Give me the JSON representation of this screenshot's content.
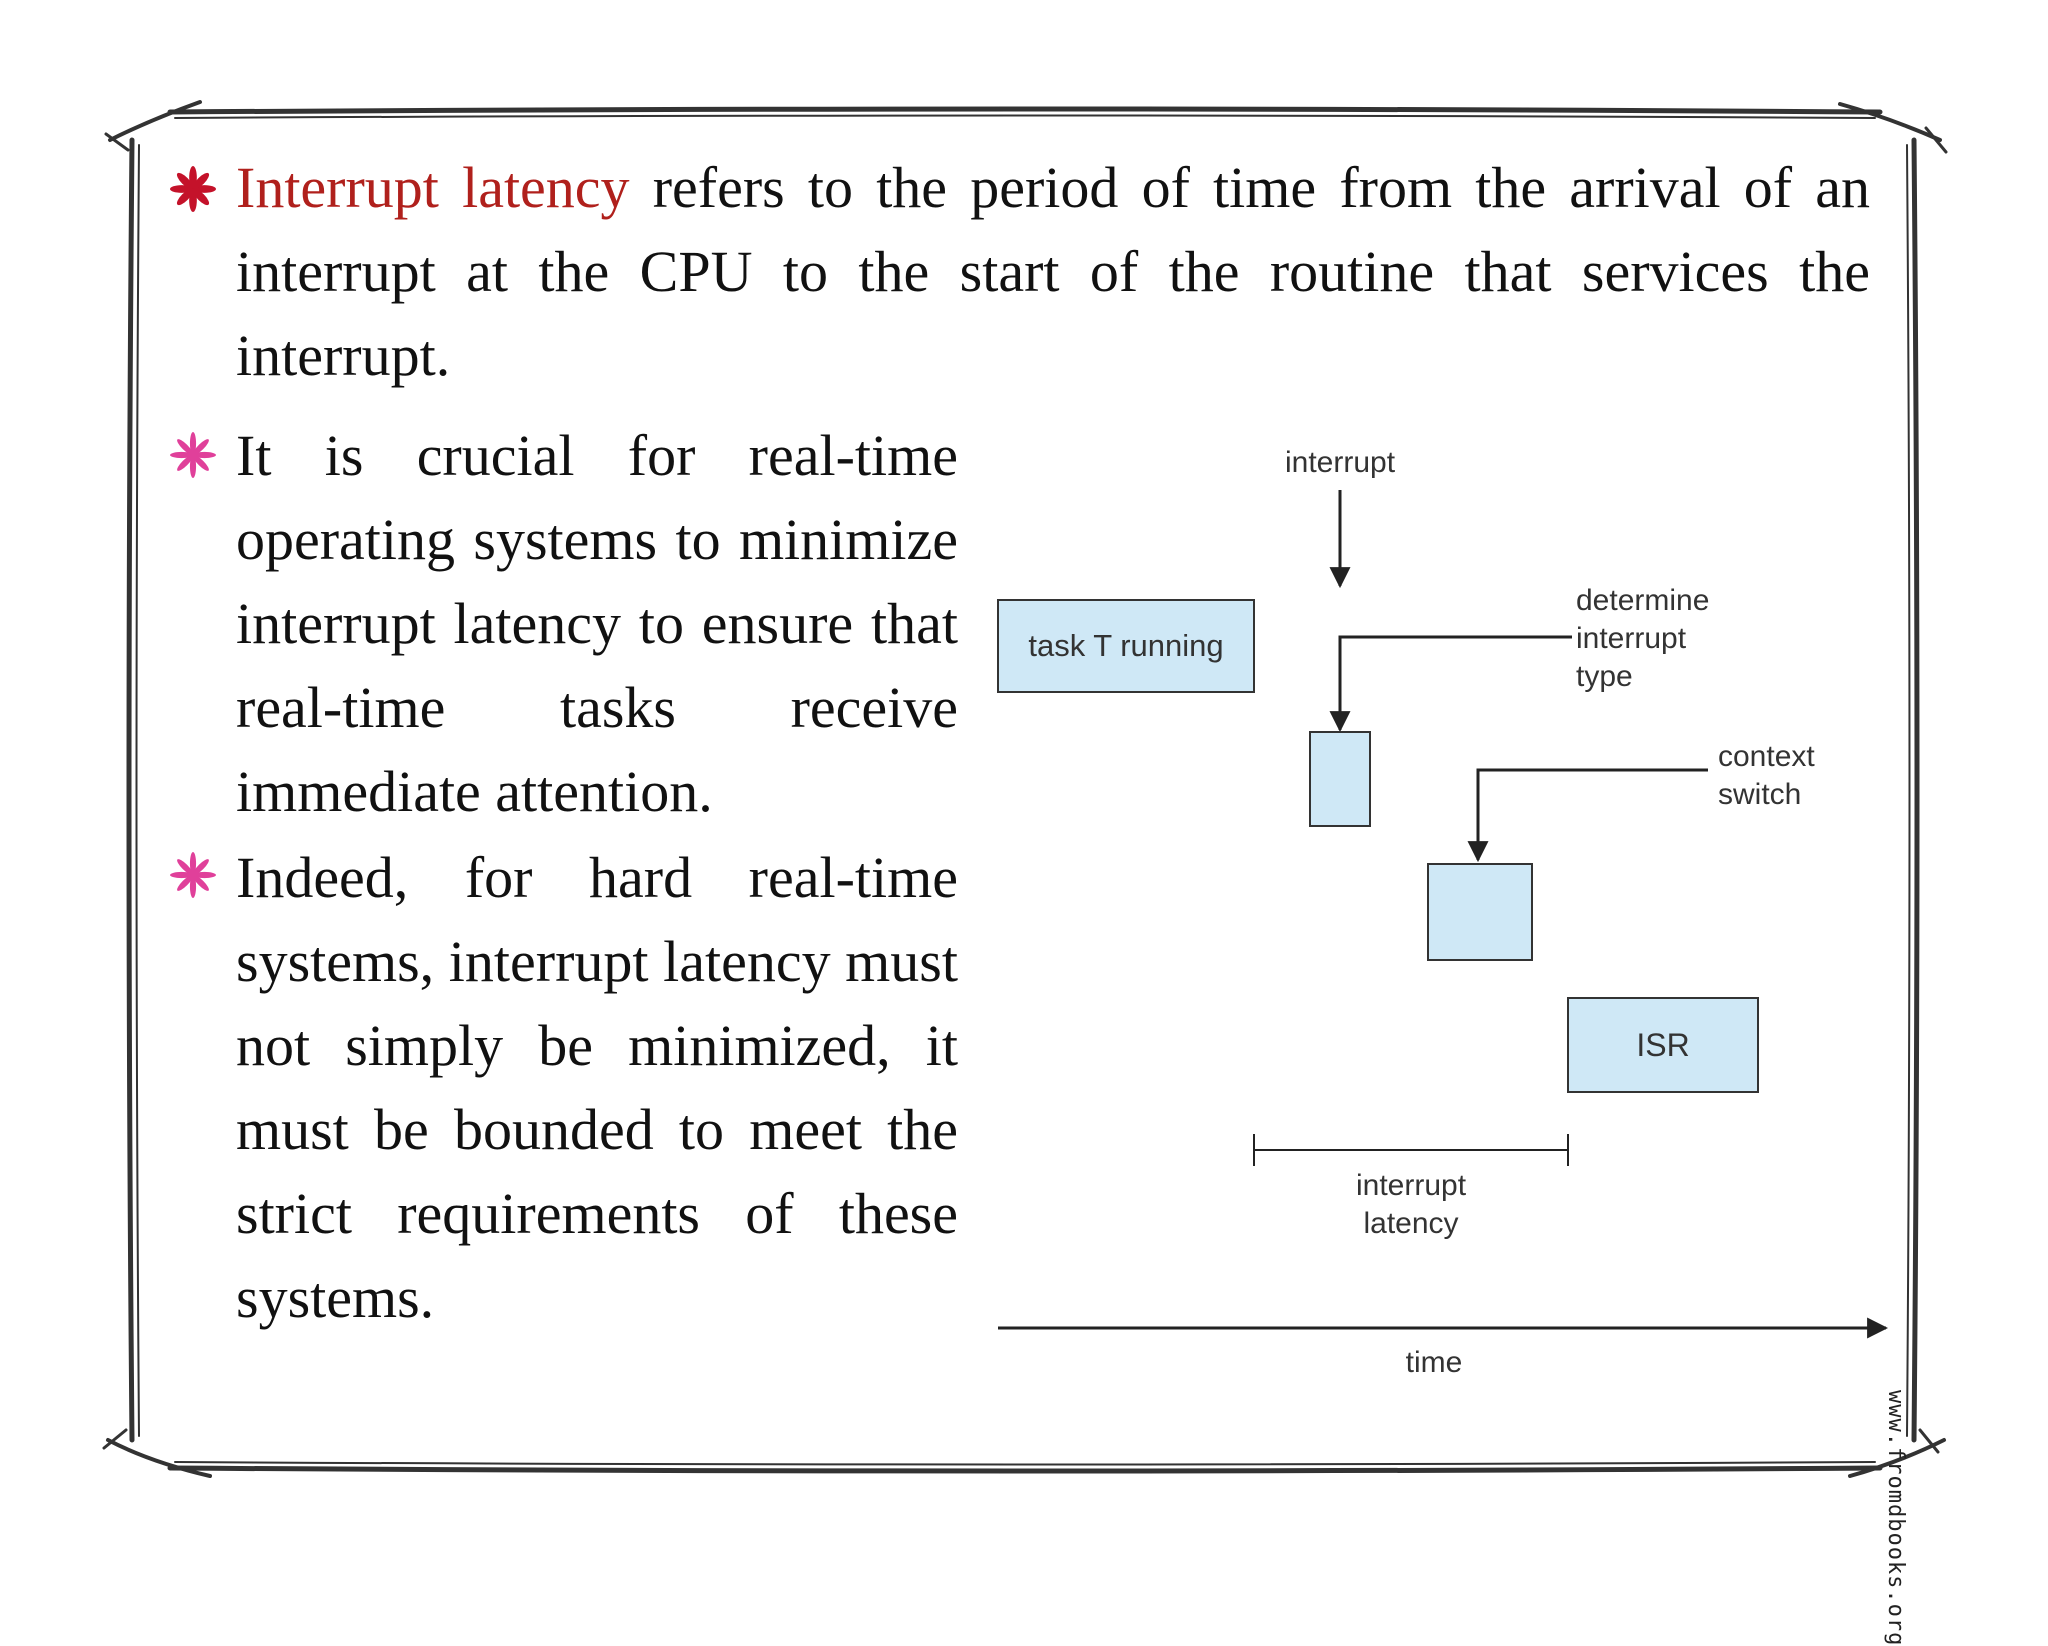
{
  "bullets": [
    {
      "icon": "flower-bullet-icon",
      "color": "#c4122a",
      "term": "Interrupt latency",
      "text": "refers to the period of time from the arrival of an interrupt at the CPU to the start of the routine that services the interrupt."
    },
    {
      "icon": "flower-bullet-icon",
      "color": "#e0409a",
      "text": "It is crucial for real-time operating systems to minimize interrupt latency to ensure that real-time tasks receive immediate attention."
    },
    {
      "icon": "flower-bullet-icon",
      "color": "#e0409a",
      "text": "Indeed, for hard real-time systems, interrupt latency must not simply be minimized, it must be bounded to meet the strict requirements of these systems."
    }
  ],
  "diagram": {
    "interrupt_label": "interrupt",
    "task_label": "task T running",
    "determine_label": [
      "determine",
      "interrupt",
      "type"
    ],
    "context_label": [
      "context",
      "switch"
    ],
    "isr_label": "ISR",
    "latency_label": [
      "interrupt",
      "latency"
    ],
    "time_label": "time",
    "box_fill": "#cfe8f6"
  },
  "credit": "www.fromdbooks.org"
}
